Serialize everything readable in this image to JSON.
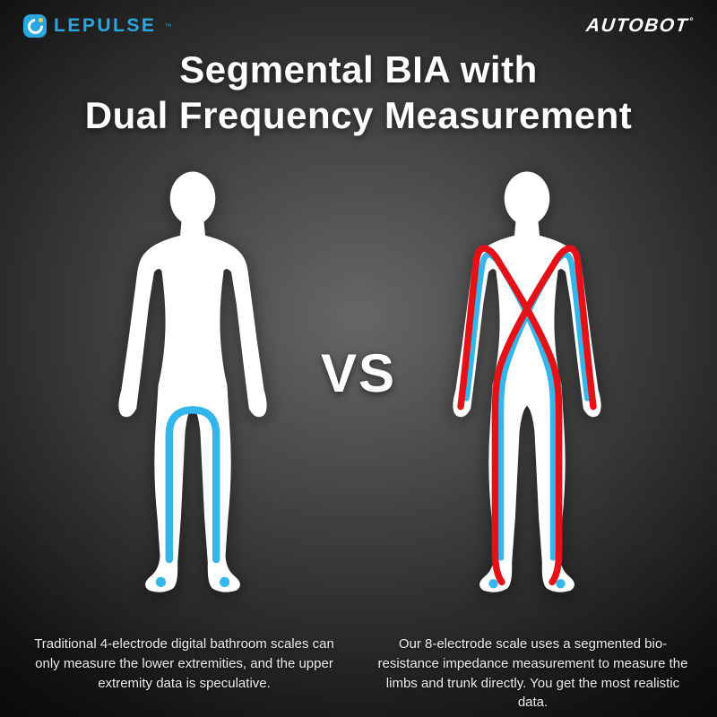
{
  "brand_bar": {
    "lepulse": {
      "name": "LEPULSE",
      "tm": "™"
    },
    "autobot": {
      "name": "AUTOBOT",
      "mark": "°"
    }
  },
  "title": {
    "line1": "Segmental BIA with",
    "line2": "Dual Frequency Measurement"
  },
  "vs_label": "VS",
  "figures": {
    "left": {
      "caption": "Traditional 4-electrode digital bathroom scales can only measure the lower extremities, and the upper extremity data is speculative."
    },
    "right": {
      "caption": "Our 8-electrode scale uses a segmented bio-resistance impedance measurement to measure the limbs and trunk directly. You get the most realistic data."
    }
  },
  "colors": {
    "blue": "#35b6ea",
    "red": "#e41218",
    "silhouette": "#ffffff",
    "brand_blue": "#2aa7e1",
    "dot_yellow": "#ffd23f"
  }
}
